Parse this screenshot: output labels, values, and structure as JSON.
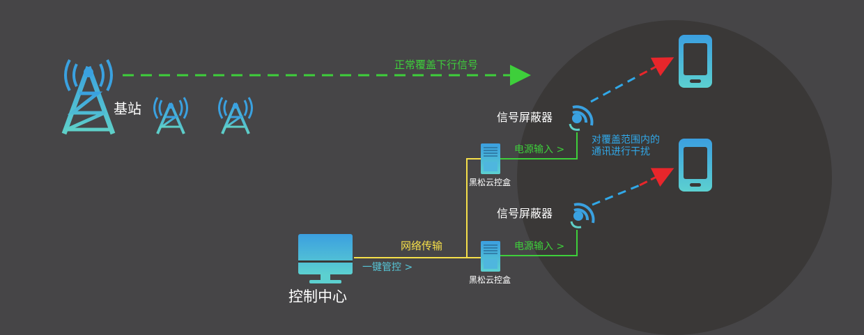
{
  "labels": {
    "base_station": "基站",
    "normal_signal": "正常覆盖下行信号",
    "jammer_top": "信号屏蔽器",
    "jammer_bottom": "信号屏蔽器",
    "power_input_top": "电源输入 >",
    "power_input_bottom": "电源输入 >",
    "box_top": "黑松云控盒",
    "box_bottom": "黑松云控盒",
    "interference_line1": "对覆盖范围内的",
    "interference_line2": "通讯进行干扰",
    "network": "网络传输",
    "one_click": "一键管控 >",
    "control_center": "控制中心"
  },
  "colors": {
    "background": "#464547",
    "circle": "#3a3837",
    "green": "#3ecf3b",
    "yellow": "#f6e04a",
    "blue": "#31a8e8",
    "red": "#e8262b",
    "teal": "#57c7d8"
  }
}
